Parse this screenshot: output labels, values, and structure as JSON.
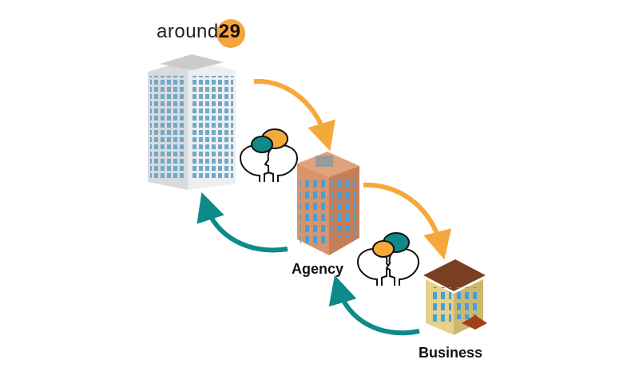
{
  "logo": {
    "word": "around",
    "number": "29"
  },
  "labels": {
    "agency": "Agency",
    "business": "Business"
  },
  "colors": {
    "orange": "#f5a93a",
    "teal": "#0e8a8a",
    "brick": "#d9946c",
    "logo_circle": "#f6a53b"
  }
}
